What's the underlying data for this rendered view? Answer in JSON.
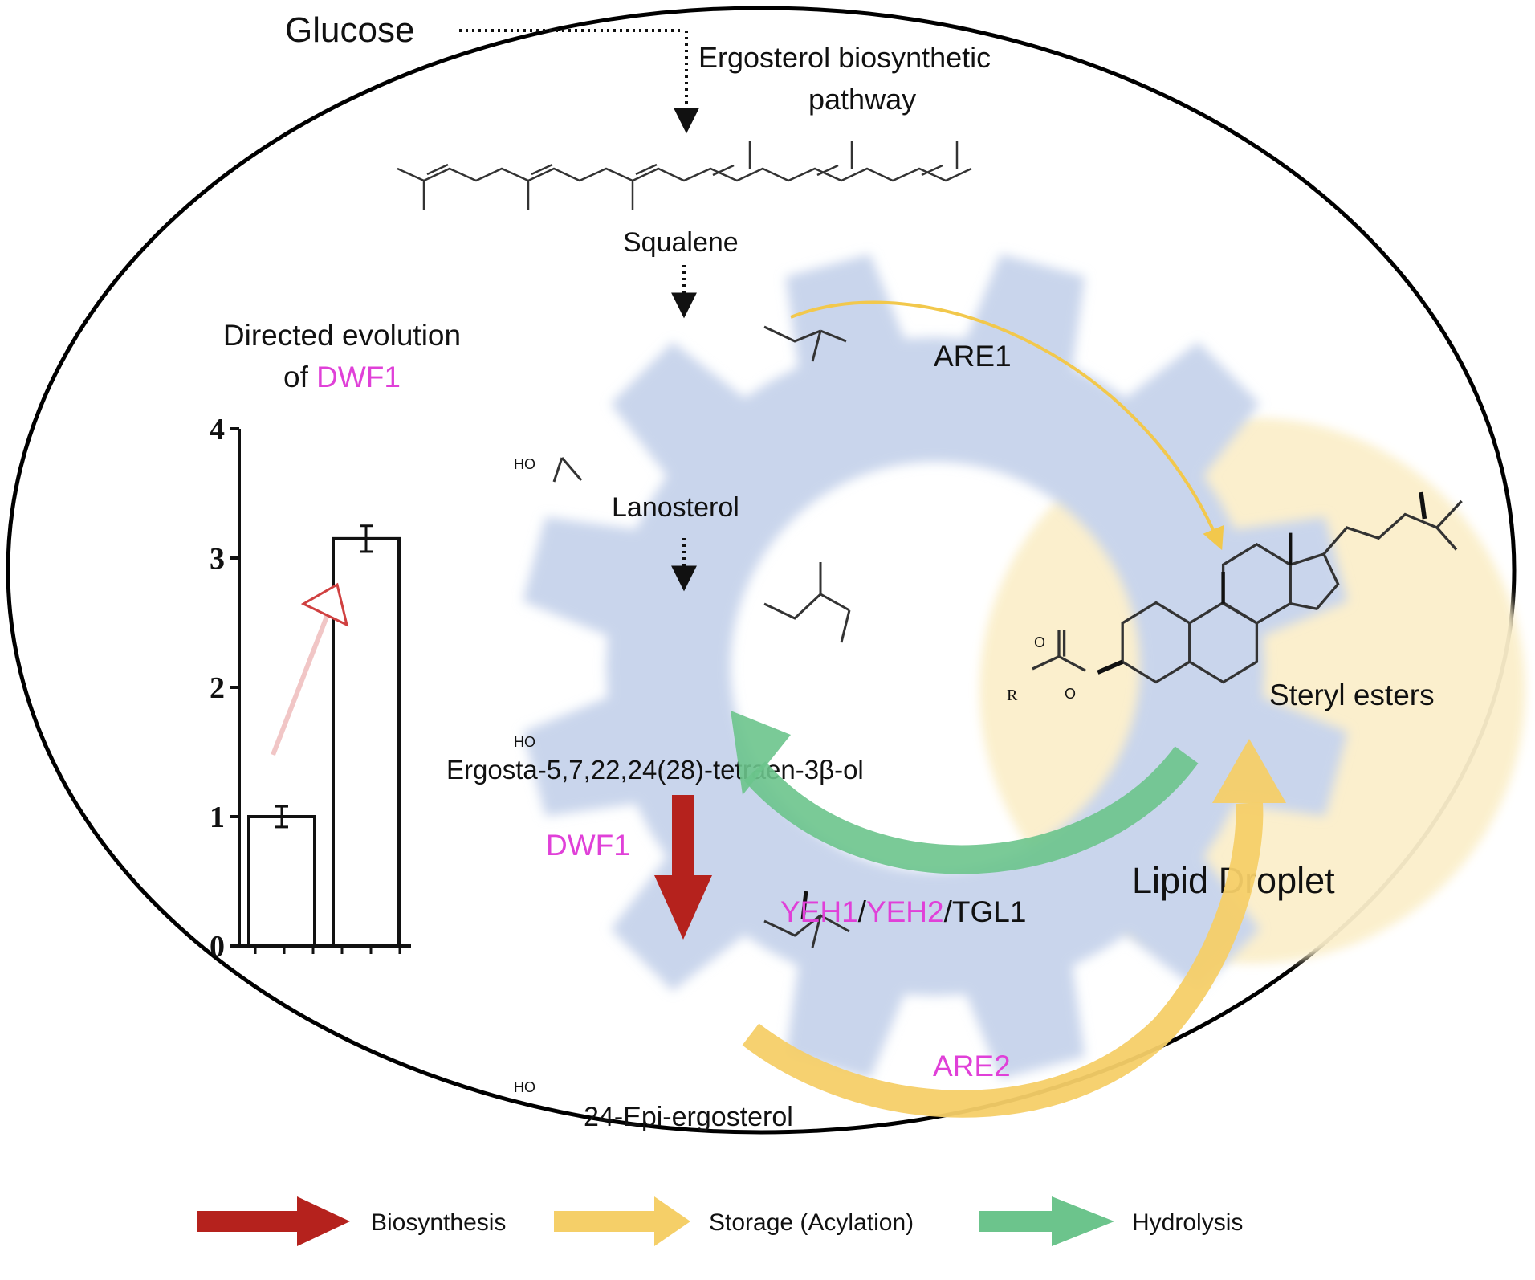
{
  "labels": {
    "glucose": "Glucose",
    "pathway_line1": "Ergosterol biosynthetic",
    "pathway_line2": "pathway",
    "squalene": "Squalene",
    "lanosterol": "Lanosterol",
    "ergosta": "Ergosta-5,7,22,24(28)-tetraen-3β-ol",
    "epi_ergosterol": "24-Epi-ergosterol",
    "steryl_esters": "Steryl esters",
    "lipid_droplet": "Lipid Droplet",
    "ho": "HO",
    "r_group": "R",
    "o_atom": "O"
  },
  "enzymes": {
    "are1": "ARE1",
    "are2": "ARE2",
    "dwf1": "DWF1",
    "yeh1": "YEH1",
    "slash1": "/",
    "yeh2": "YEH2",
    "slash2": "/",
    "tgl1": "TGL1"
  },
  "inset": {
    "title_line1": "Directed evolution",
    "title_prefix": "of ",
    "title_highlight": "DWF1"
  },
  "legend": {
    "biosynthesis": "Biosynthesis",
    "storage": "Storage (Acylation)",
    "hydrolysis": "Hydrolysis"
  },
  "colors": {
    "magenta": "#e040d8",
    "biosynthesis": "#b5221d",
    "storage": "#f5cf68",
    "hydrolysis": "#6cc48c",
    "gear": "#c9d5ec",
    "lipid_droplet": "#fbefcb"
  },
  "chart_data": {
    "type": "bar",
    "categories": [
      "",
      ""
    ],
    "values": [
      1.0,
      3.15
    ],
    "errors": [
      0.08,
      0.1
    ],
    "ylim": [
      0,
      4
    ],
    "yticks": [
      "0",
      "1",
      "2",
      "3",
      "4"
    ],
    "title": "Directed evolution of DWF1",
    "xlabel": "",
    "ylabel": ""
  }
}
